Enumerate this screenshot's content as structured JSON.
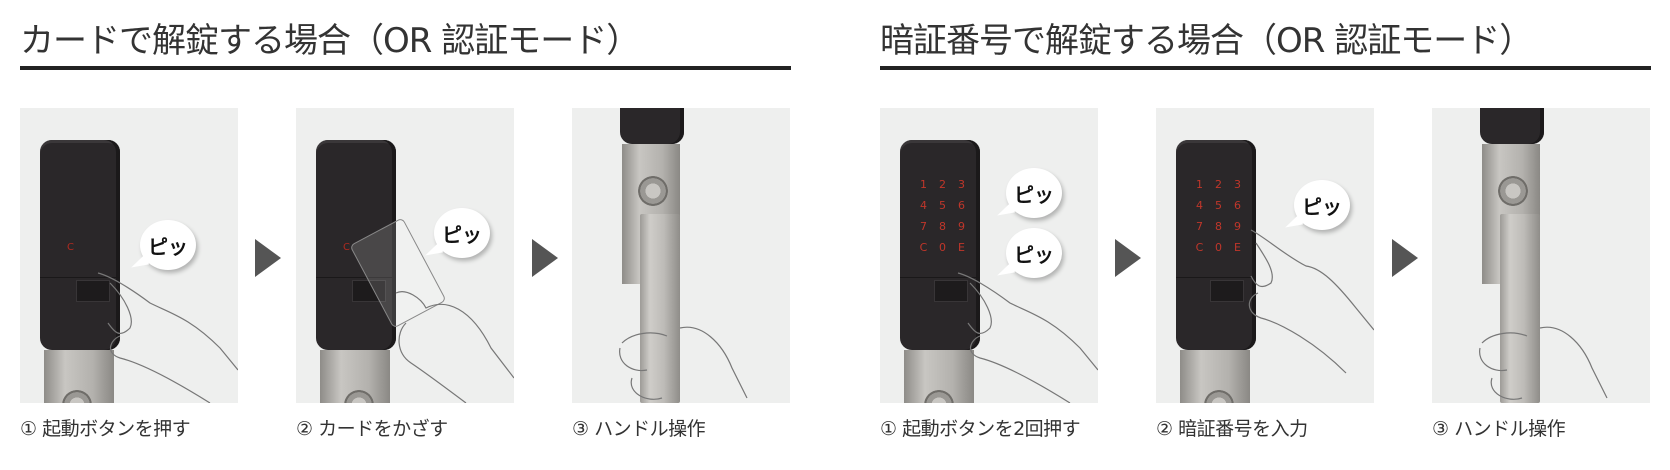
{
  "sections": [
    {
      "title": "カードで解錠する場合（OR 認証モード）",
      "steps": [
        {
          "caption": "① 起動ボタンを押す",
          "bubbles": [
            "ピッ"
          ],
          "scene": "press-start-button"
        },
        {
          "caption": "② カードをかざす",
          "bubbles": [
            "ピッ"
          ],
          "scene": "hold-card"
        },
        {
          "caption": "③ ハンドル操作",
          "bubbles": [],
          "scene": "operate-handle"
        }
      ]
    },
    {
      "title": "暗証番号で解錠する場合（OR 認証モード）",
      "steps": [
        {
          "caption": "① 起動ボタンを2回押す",
          "bubbles": [
            "ピッ",
            "ピッ"
          ],
          "scene": "press-start-button-twice"
        },
        {
          "caption": "② 暗証番号を入力",
          "bubbles": [
            "ピッ"
          ],
          "scene": "enter-pin"
        },
        {
          "caption": "③ ハンドル操作",
          "bubbles": [],
          "scene": "operate-handle"
        }
      ]
    }
  ],
  "keypad": [
    "1",
    "2",
    "3",
    "4",
    "5",
    "6",
    "7",
    "8",
    "9",
    "C",
    "0",
    "E"
  ],
  "led_label": "C",
  "colors": {
    "title_text": "#333333",
    "rule": "#222222",
    "panel_bg": "#eeefee",
    "arrow": "#555555",
    "device_body": "#2a2729",
    "led_red": "#c0362a"
  }
}
